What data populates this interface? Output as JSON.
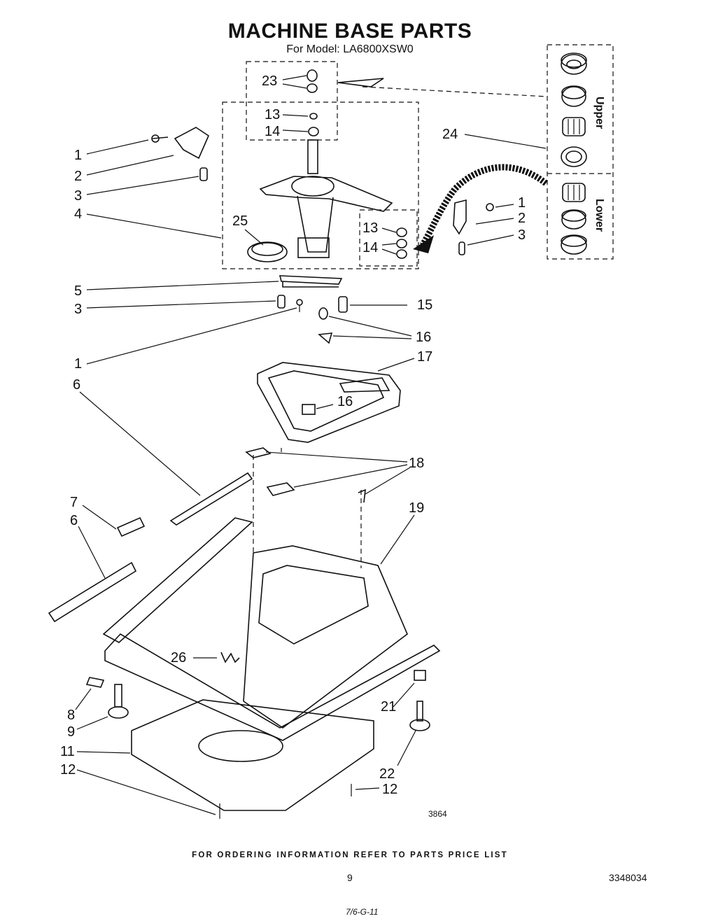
{
  "title": "MACHINE BASE PARTS",
  "subtitle": "For Model: LA6800XSW0",
  "drawing_number": "3864",
  "footer_note": "FOR ORDERING INFORMATION REFER TO PARTS PRICE LIST",
  "page_number": "9",
  "document_number": "3348034",
  "handwritten_note": "7/6-G-11",
  "bearing_kit": {
    "upper_label": "Upper",
    "lower_label": "Lower"
  },
  "callouts": [
    "1",
    "2",
    "3",
    "4",
    "25",
    "23",
    "13",
    "14",
    "24",
    "1",
    "2",
    "3",
    "13",
    "14",
    "5",
    "3",
    "15",
    "16",
    "1",
    "6",
    "16",
    "17",
    "16",
    "18",
    "7",
    "6",
    "19",
    "26",
    "8",
    "9",
    "21",
    "11",
    "12",
    "22",
    "12"
  ]
}
